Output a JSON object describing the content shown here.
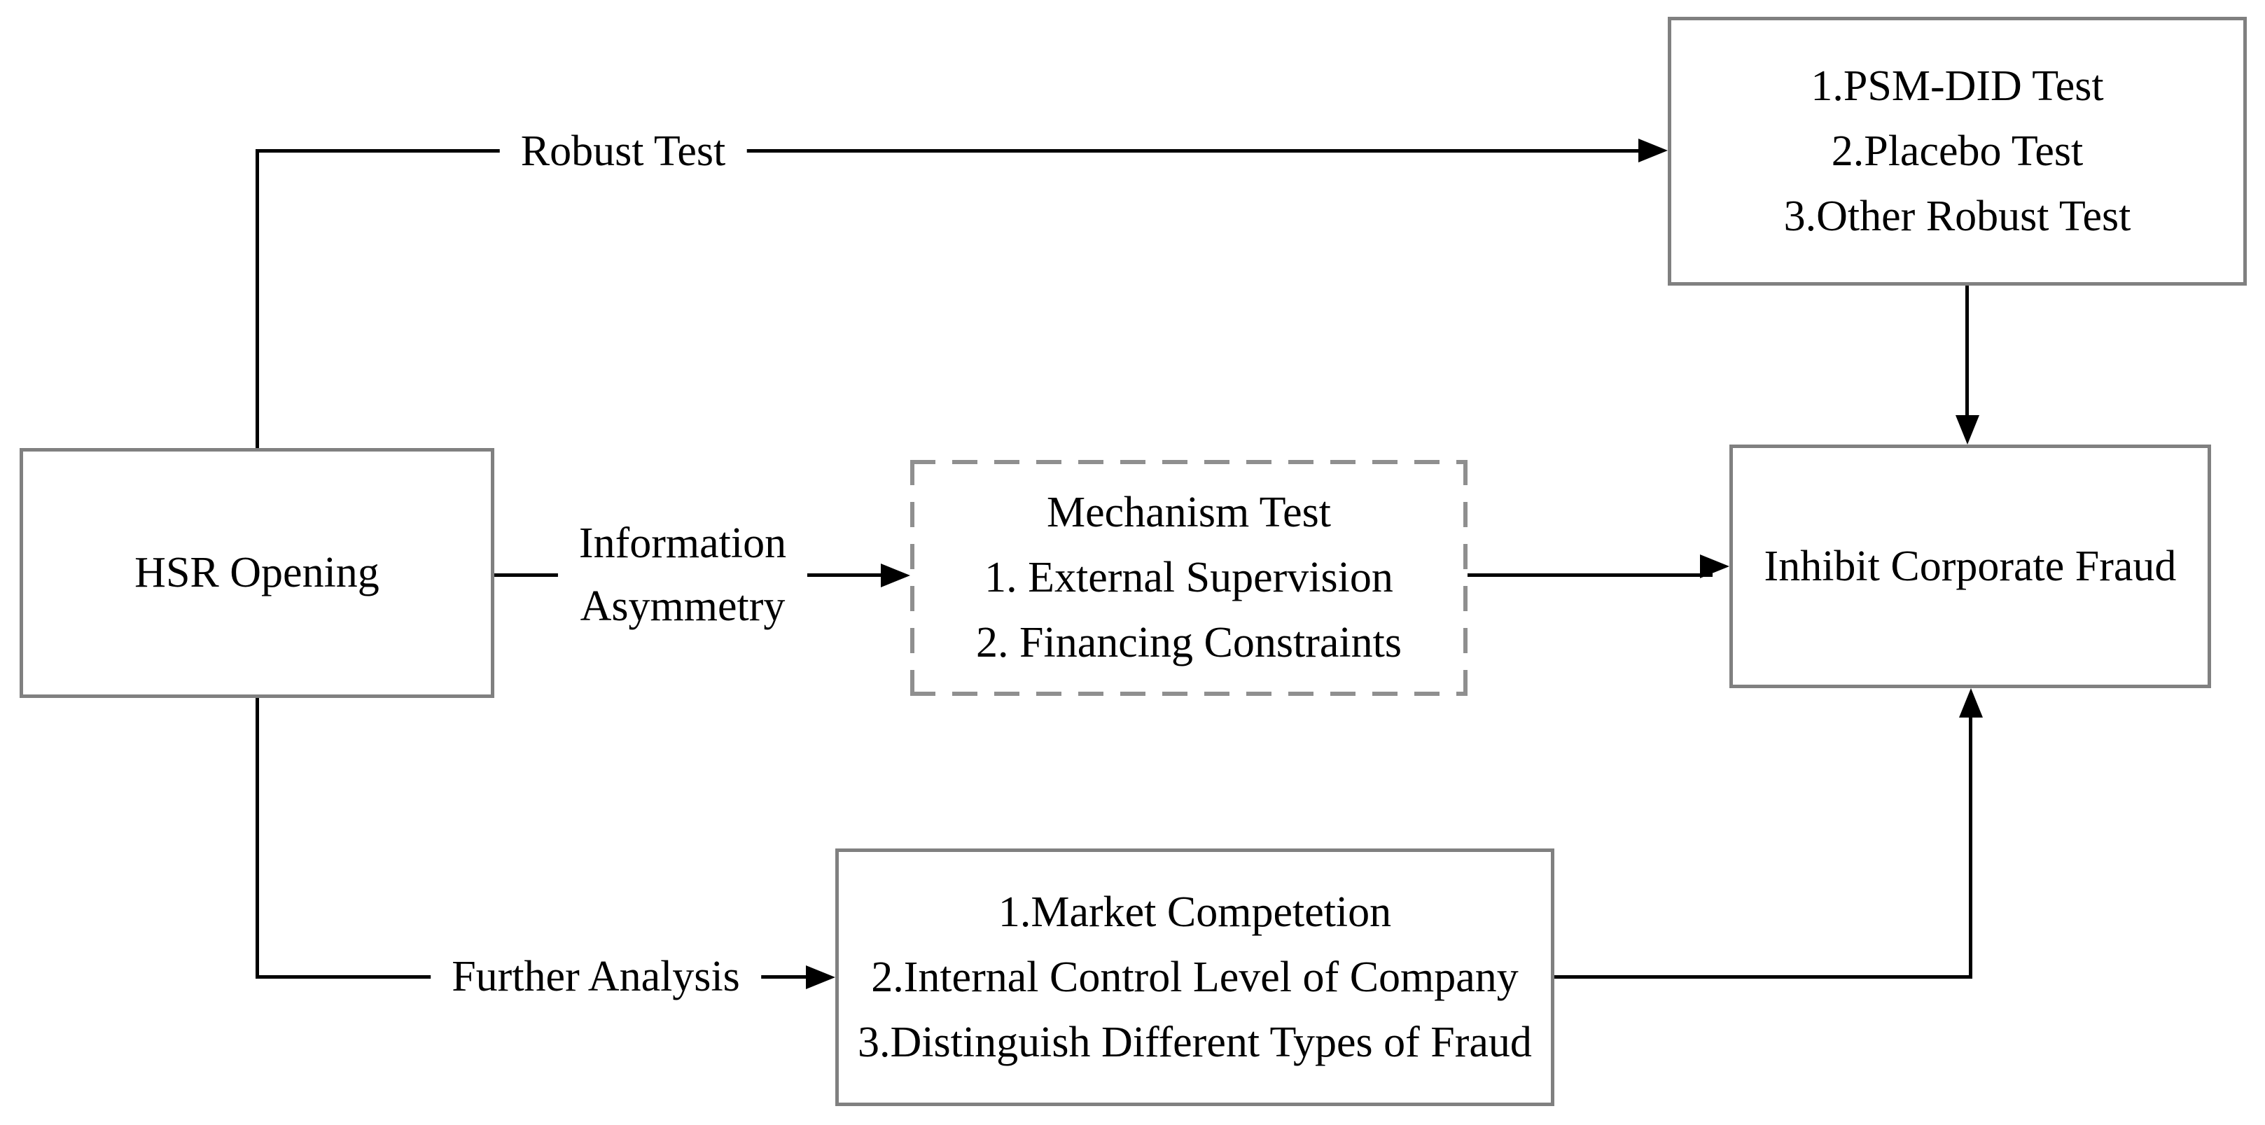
{
  "diagram": {
    "description_colors": {
      "background": "#ffffff",
      "box_border": "#808080",
      "dashed_border": "#8f8f8f",
      "connector": "#000000",
      "text": "#000000"
    }
  },
  "boxes": {
    "hsr": {
      "label": "HSR Opening"
    },
    "psm": {
      "lines": [
        "1.PSM-DID Test",
        "2.Placebo Test",
        "3.Other Robust Test"
      ]
    },
    "mechanism": {
      "lines": [
        "Mechanism Test",
        "1. External Supervision",
        "2. Financing Constraints"
      ]
    },
    "inhibit": {
      "label": "Inhibit Corporate Fraud"
    },
    "further": {
      "lines": [
        "1.Market Competetion",
        "2.Internal Control Level of Company",
        "3.Distinguish Different Types of Fraud"
      ]
    }
  },
  "edge_labels": {
    "robust": "Robust Test",
    "info_line1": "Information",
    "info_line2": "Asymmetry",
    "further": "Further Analysis"
  }
}
